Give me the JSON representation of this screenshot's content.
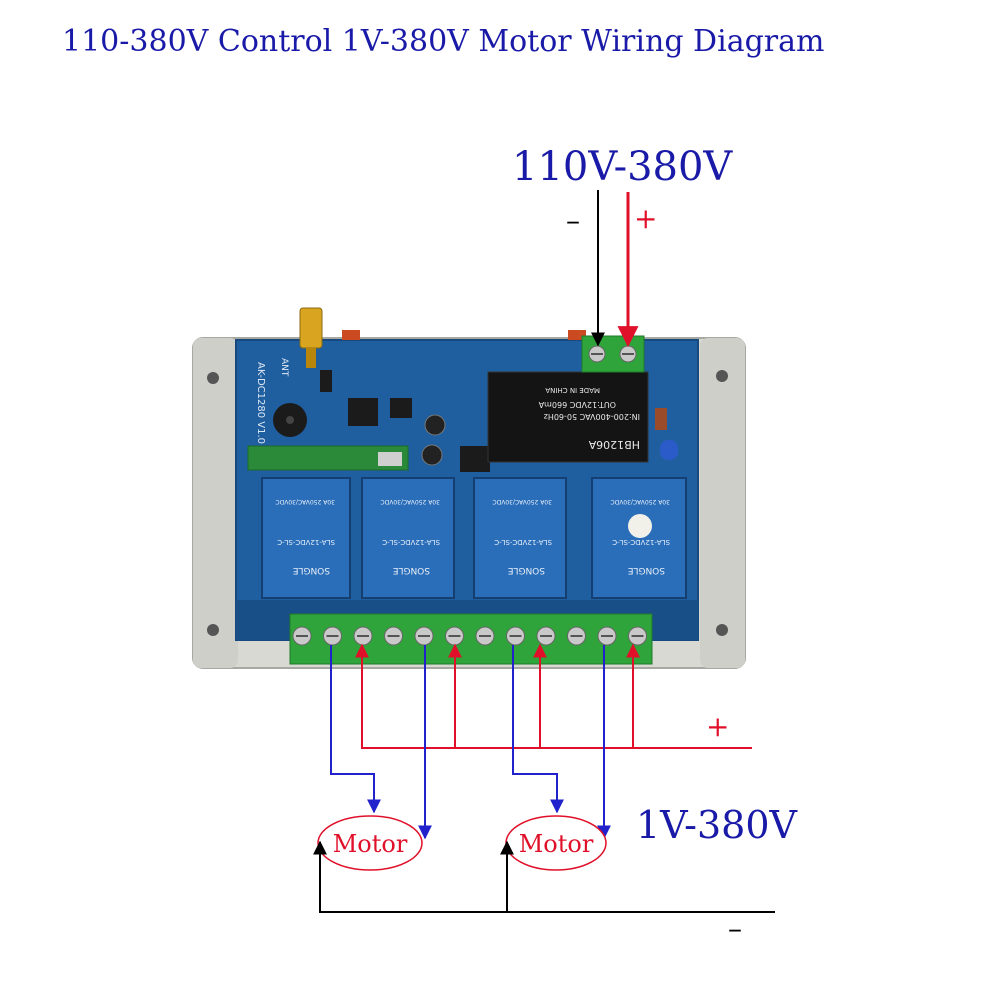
{
  "title": "110-380V Control 1V-380V Motor Wiring Diagram",
  "input_supply": {
    "voltage": "110V-380V",
    "negative": "–",
    "positive": "+"
  },
  "output_supply": {
    "voltage": "1V-380V",
    "positive": "+",
    "negative": "–"
  },
  "motors": [
    {
      "label": "Motor"
    },
    {
      "label": "Motor"
    }
  ],
  "board": {
    "model": "AK-DC1280 V1.0",
    "antenna_label": "ANT",
    "power_module_model": "HB1206A",
    "power_module_input": "IN:200-400VAC 50-60Hz",
    "power_module_output": "OUT:12VDC 660mA",
    "power_module_origin": "MADE IN CHINA",
    "relay_brand": "SONGLE",
    "relay_model": "SLA-12VDC-SL-C",
    "relay_rating": "30A 250VAC/30VDC"
  },
  "colors": {
    "title": "#1a1aa8",
    "positive_wire": "#e0102a",
    "negative_wire": "#000000",
    "motor_wire": "#2222cc",
    "board": "#1f5fa0",
    "terminal": "#2fa43a",
    "enclosure": "#d9d9d4"
  }
}
